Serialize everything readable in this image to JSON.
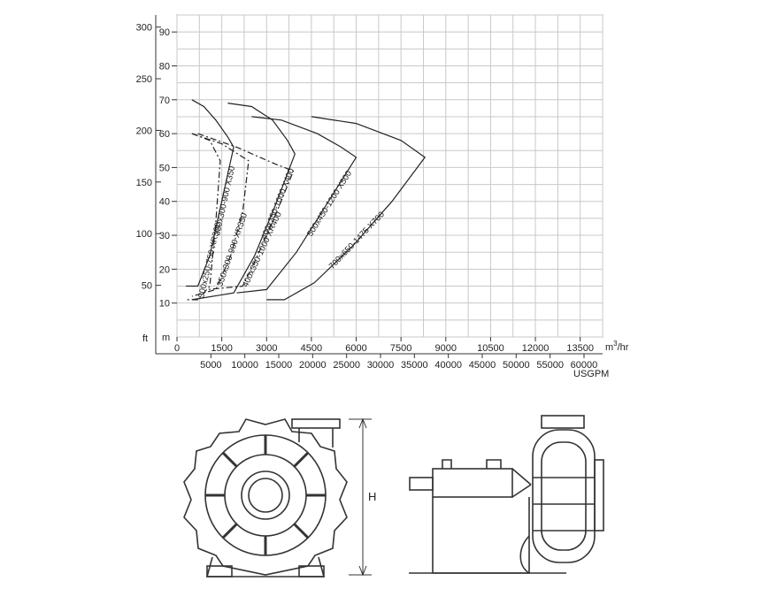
{
  "chart_data": {
    "type": "line",
    "title": "",
    "xlabel": "m³/hr",
    "x2label": "USGPM",
    "ylabel_left": "ft",
    "ylabel_right": "m",
    "xlim": [
      0,
      14250
    ],
    "ylim_m": [
      0,
      95
    ],
    "x_ticks": [
      "0",
      "1500",
      "3000",
      "4500",
      "6000",
      "7500",
      "9000",
      "10500",
      "12000",
      "13500"
    ],
    "x_tick_values": [
      0,
      1500,
      3000,
      4500,
      6000,
      7500,
      9000,
      10500,
      12000,
      13500
    ],
    "x_unit_main": "m",
    "x_unit_sup": "3",
    "x_unit_tail": "/hr",
    "usgpm_ticks": [
      "5000",
      "10000",
      "15000",
      "20000",
      "25000",
      "30000",
      "35000",
      "40000",
      "45000",
      "50000",
      "55000",
      "60000"
    ],
    "usgpm_tick_values": [
      5000,
      10000,
      15000,
      20000,
      25000,
      30000,
      35000,
      40000,
      45000,
      50000,
      55000,
      60000
    ],
    "m_ticks": [
      "10",
      "20",
      "30",
      "40",
      "50",
      "60",
      "70",
      "80",
      "90"
    ],
    "m_tick_values": [
      10,
      20,
      30,
      40,
      50,
      60,
      70,
      80,
      90
    ],
    "ft_ticks": [
      "50",
      "100",
      "150",
      "200",
      "250",
      "300"
    ],
    "ft_tick_values": [
      50,
      100,
      150,
      200,
      250,
      300
    ],
    "grid": true,
    "series": [
      {
        "name": "350x300-900 X350",
        "style": "solid",
        "outline": [
          [
            500,
            70
          ],
          [
            900,
            68
          ],
          [
            1300,
            64
          ],
          [
            1700,
            59
          ],
          [
            1900,
            56
          ],
          [
            1500,
            40
          ],
          [
            1100,
            24
          ],
          [
            700,
            15
          ],
          [
            300,
            15
          ]
        ]
      },
      {
        "name": "400x350-1000 X400",
        "style": "solid",
        "outline": [
          [
            1700,
            69
          ],
          [
            2500,
            68
          ],
          [
            3200,
            64
          ],
          [
            3700,
            58
          ],
          [
            3950,
            54
          ],
          [
            3300,
            39
          ],
          [
            2600,
            24
          ],
          [
            1900,
            13
          ],
          [
            500,
            11
          ]
        ]
      },
      {
        "name": "500x450-1200 X500",
        "style": "solid",
        "outline": [
          [
            2500,
            65
          ],
          [
            3500,
            64
          ],
          [
            4700,
            60
          ],
          [
            5500,
            56
          ],
          [
            6000,
            53
          ],
          [
            5000,
            39
          ],
          [
            4000,
            25
          ],
          [
            3000,
            14
          ],
          [
            2000,
            13
          ]
        ]
      },
      {
        "name": "700x650-1475 X700",
        "style": "solid",
        "outline": [
          [
            4500,
            65
          ],
          [
            6000,
            63
          ],
          [
            7500,
            58
          ],
          [
            8300,
            53
          ],
          [
            7200,
            40
          ],
          [
            5900,
            27
          ],
          [
            4600,
            16
          ],
          [
            3600,
            11
          ],
          [
            3000,
            11
          ]
        ]
      },
      {
        "name": "300x250-750 XR300",
        "style": "dash-dot",
        "outline": [
          [
            500,
            60
          ],
          [
            1100,
            58
          ],
          [
            1450,
            52
          ],
          [
            1300,
            34
          ],
          [
            1100,
            15
          ],
          [
            700,
            11
          ],
          [
            300,
            11
          ]
        ]
      },
      {
        "name": "350x300-900 XR350",
        "style": "dash-dot",
        "outline": [
          [
            500,
            60
          ],
          [
            1500,
            57
          ],
          [
            2400,
            52
          ],
          [
            2200,
            37
          ],
          [
            1800,
            24
          ],
          [
            1300,
            14
          ],
          [
            500,
            12
          ]
        ]
      },
      {
        "name": "400x350-1000 XR400",
        "style": "dash-dot",
        "outline": [
          [
            700,
            60
          ],
          [
            2000,
            56
          ],
          [
            3300,
            51
          ],
          [
            3900,
            49
          ],
          [
            3300,
            36
          ],
          [
            2700,
            24
          ],
          [
            2200,
            15
          ],
          [
            1000,
            14
          ]
        ]
      }
    ]
  },
  "drawing": {
    "dimension_label": "H"
  }
}
